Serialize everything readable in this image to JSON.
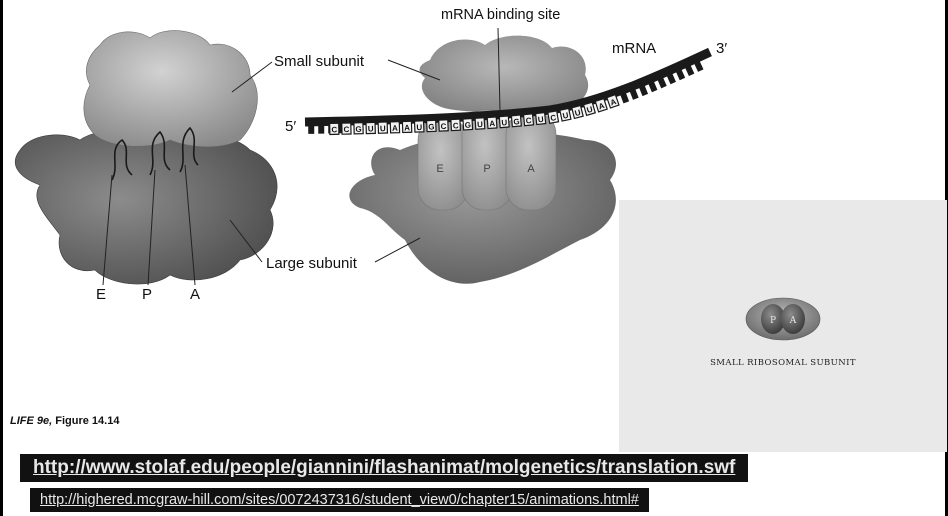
{
  "ribosome_structure": {
    "labels": {
      "small_subunit": "Small subunit",
      "large_subunit": "Large subunit",
      "site_e": "E",
      "site_p": "P",
      "site_a": "A"
    }
  },
  "translation_diagram": {
    "mrna_binding_site": "mRNA binding site",
    "mrna_label": "mRNA",
    "five_prime": "5′",
    "three_prime": "3′",
    "sites": [
      "E",
      "P",
      "A"
    ],
    "codon_sequence": "CCGUUAAUGCCGUAUGCUCUUUAA"
  },
  "caption": {
    "book": "LIFE 9e,",
    "figure": " Figure 14.14"
  },
  "inset": {
    "label": "SMALL RIBOSOMAL SUBUNIT",
    "sites": [
      "P",
      "A"
    ]
  },
  "links": {
    "link1": "http://www.stolaf.edu/people/giannini/flashanimat/molgenetics/translation.swf",
    "link2": "http://highered.mcgraw-hill.com/sites/0072437316/student_view0/chapter15/animations.html#"
  },
  "colors": {
    "link_bar": "#111111",
    "inset_background": "#e9e9e9",
    "ribosome_gray": "#8c8c8c"
  }
}
